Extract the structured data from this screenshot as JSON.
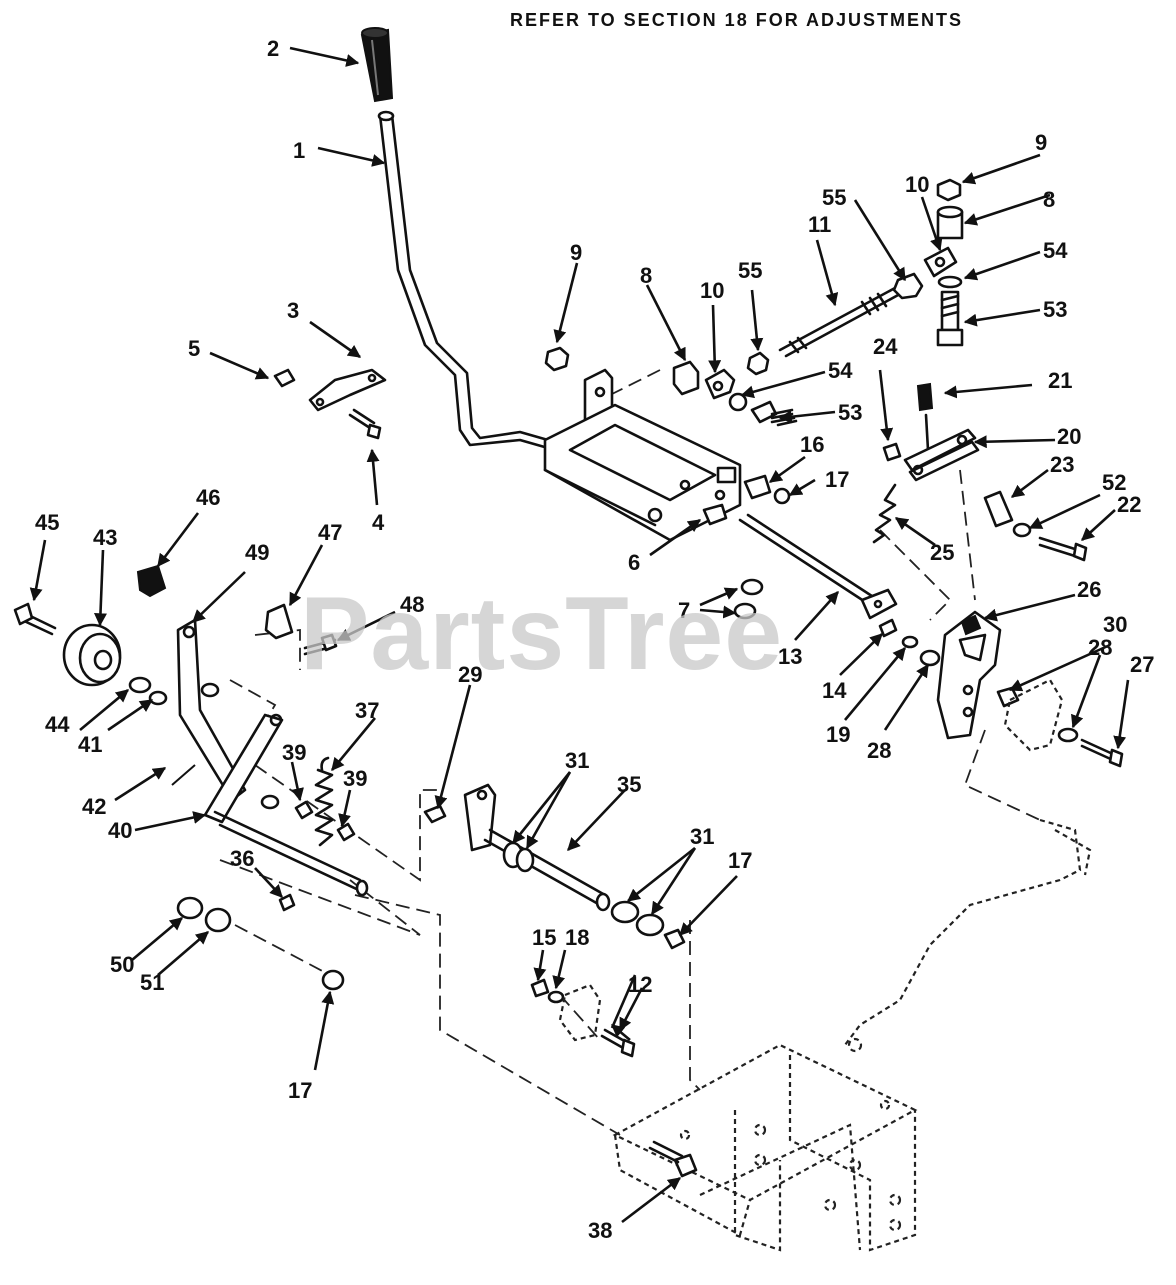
{
  "header": {
    "note": "REFER TO SECTION 18 FOR ADJUSTMENTS"
  },
  "watermark": {
    "text": "PartsTree"
  },
  "callouts": [
    {
      "id": "c1",
      "label": "1"
    },
    {
      "id": "c2",
      "label": "2"
    },
    {
      "id": "c3",
      "label": "3"
    },
    {
      "id": "c4",
      "label": "4"
    },
    {
      "id": "c5",
      "label": "5"
    },
    {
      "id": "c6",
      "label": "6"
    },
    {
      "id": "c7",
      "label": "7"
    },
    {
      "id": "c8a",
      "label": "8"
    },
    {
      "id": "c8b",
      "label": "8"
    },
    {
      "id": "c9a",
      "label": "9"
    },
    {
      "id": "c9b",
      "label": "9"
    },
    {
      "id": "c10a",
      "label": "10"
    },
    {
      "id": "c10b",
      "label": "10"
    },
    {
      "id": "c11",
      "label": "11"
    },
    {
      "id": "c12",
      "label": "12"
    },
    {
      "id": "c13",
      "label": "13"
    },
    {
      "id": "c14",
      "label": "14"
    },
    {
      "id": "c15",
      "label": "15"
    },
    {
      "id": "c16",
      "label": "16"
    },
    {
      "id": "c17a",
      "label": "17"
    },
    {
      "id": "c17b",
      "label": "17"
    },
    {
      "id": "c17c",
      "label": "17"
    },
    {
      "id": "c18",
      "label": "18"
    },
    {
      "id": "c19",
      "label": "19"
    },
    {
      "id": "c20",
      "label": "20"
    },
    {
      "id": "c21",
      "label": "21"
    },
    {
      "id": "c22",
      "label": "22"
    },
    {
      "id": "c23",
      "label": "23"
    },
    {
      "id": "c24",
      "label": "24"
    },
    {
      "id": "c25",
      "label": "25"
    },
    {
      "id": "c26",
      "label": "26"
    },
    {
      "id": "c27",
      "label": "27"
    },
    {
      "id": "c28a",
      "label": "28"
    },
    {
      "id": "c28b",
      "label": "28"
    },
    {
      "id": "c29",
      "label": "29"
    },
    {
      "id": "c30",
      "label": "30"
    },
    {
      "id": "c31a",
      "label": "31"
    },
    {
      "id": "c31b",
      "label": "31"
    },
    {
      "id": "c35",
      "label": "35"
    },
    {
      "id": "c36",
      "label": "36"
    },
    {
      "id": "c37",
      "label": "37"
    },
    {
      "id": "c38",
      "label": "38"
    },
    {
      "id": "c39a",
      "label": "39"
    },
    {
      "id": "c39b",
      "label": "39"
    },
    {
      "id": "c40",
      "label": "40"
    },
    {
      "id": "c41",
      "label": "41"
    },
    {
      "id": "c42",
      "label": "42"
    },
    {
      "id": "c43",
      "label": "43"
    },
    {
      "id": "c44",
      "label": "44"
    },
    {
      "id": "c45",
      "label": "45"
    },
    {
      "id": "c46",
      "label": "46"
    },
    {
      "id": "c47",
      "label": "47"
    },
    {
      "id": "c48",
      "label": "48"
    },
    {
      "id": "c49",
      "label": "49"
    },
    {
      "id": "c50",
      "label": "50"
    },
    {
      "id": "c51",
      "label": "51"
    },
    {
      "id": "c52",
      "label": "52"
    },
    {
      "id": "c53a",
      "label": "53"
    },
    {
      "id": "c53b",
      "label": "53"
    },
    {
      "id": "c54a",
      "label": "54"
    },
    {
      "id": "c54b",
      "label": "54"
    },
    {
      "id": "c55a",
      "label": "55"
    },
    {
      "id": "c55b",
      "label": "55"
    }
  ]
}
